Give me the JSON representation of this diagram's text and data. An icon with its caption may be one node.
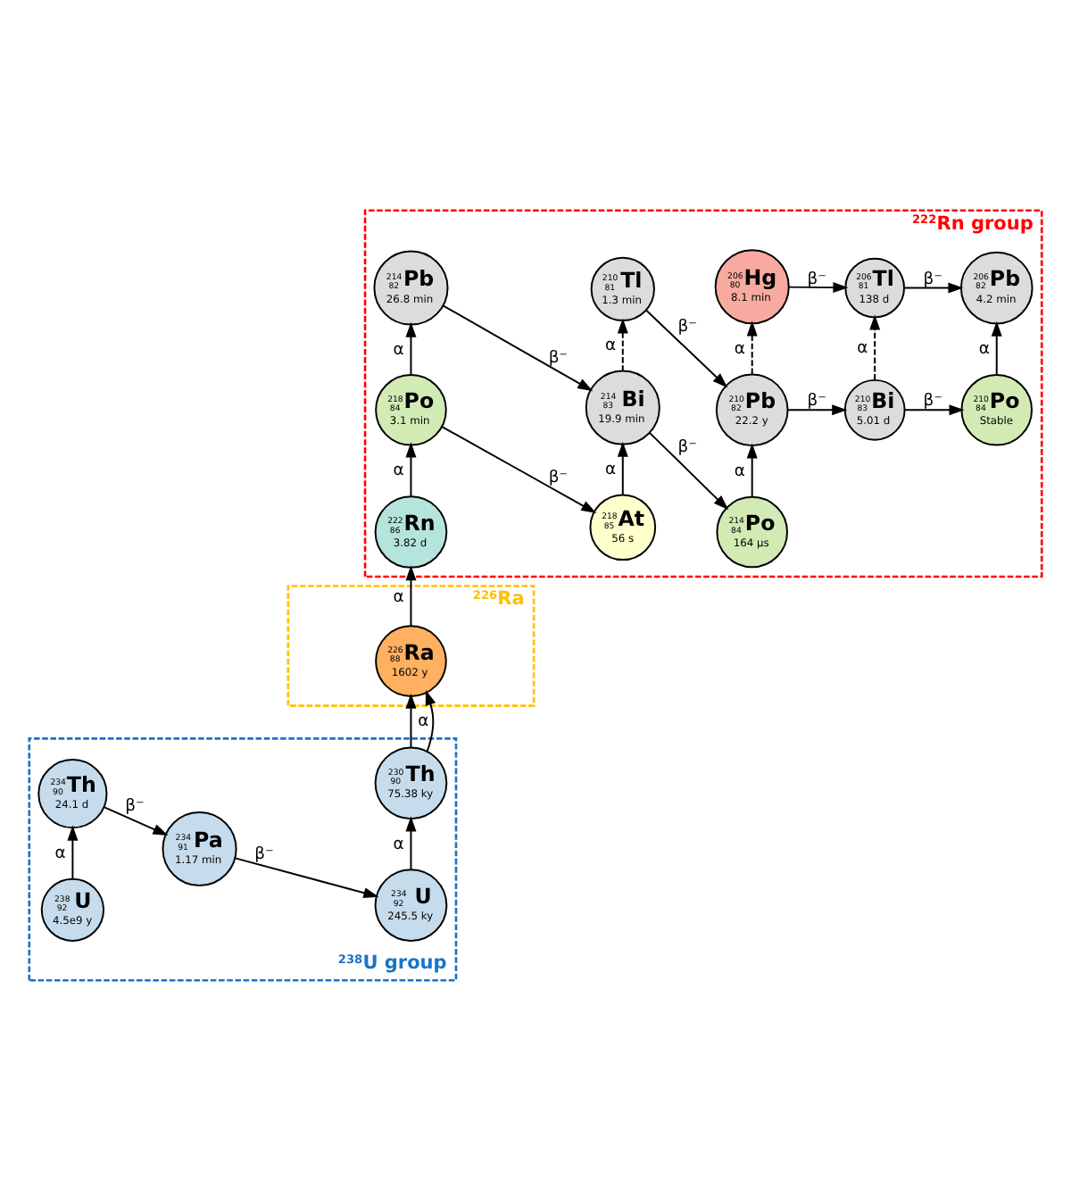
{
  "diagram": {
    "nodes": [
      {
        "text": [
          "$^{238}$U group"
        ]
      },
      {
        "text": [
          "238",
          "92",
          "U",
          "4.5e9 y"
        ],
        "in": 0
      },
      {
        "text": [
          "234",
          "90",
          "Th",
          "24.1 d"
        ],
        "in": 0
      },
      {
        "text": [
          "234",
          "91",
          "Pa",
          "1.17 min"
        ],
        "in": 0
      },
      {
        "text": [
          "234",
          "92",
          "U",
          "245.5 ky"
        ],
        "in": 0
      },
      {
        "text": [
          "230",
          "90",
          "Th",
          "75.38 ky"
        ],
        "in": 0
      },
      {
        "text": [
          "$^{226}$Ra"
        ]
      },
      {
        "text": [
          "226",
          "88",
          "Ra",
          "1602 y"
        ],
        "in": 6
      },
      {
        "text": [
          "$^{222}$Rn group"
        ]
      },
      {
        "text": [
          "222",
          "86",
          "Rn",
          "3.82 d"
        ],
        "in": 8
      },
      {
        "text": [
          "218",
          "84",
          "Po",
          "3.1 min"
        ],
        "in": 8
      },
      {
        "text": [
          "218",
          "85",
          "At",
          "56 s"
        ],
        "in": 8
      },
      {
        "text": [
          "214",
          "82",
          "Pb",
          "26.8 min"
        ],
        "in": 8
      },
      {
        "text": [
          "214",
          "83",
          "Bi",
          "19.9 min"
        ],
        "in": 8
      },
      {
        "text": [
          "214",
          "84",
          "Po",
          "164 µs"
        ],
        "in": 8
      },
      {
        "text": [
          "210",
          "81",
          "Tl",
          "1.3 min"
        ],
        "in": 8
      },
      {
        "text": [
          "210",
          "82",
          "Pb",
          "22.2 y"
        ],
        "in": 8
      },
      {
        "text": [
          "210",
          "83",
          "Bi",
          "5.01 d"
        ],
        "in": 8
      },
      {
        "text": [
          "210",
          "84",
          "Po",
          "Stable"
        ],
        "in": 8
      },
      {
        "text": [
          "206",
          "80",
          "Hg",
          "8.1 min"
        ],
        "in": 8
      },
      {
        "text": [
          "206",
          "81",
          "Tl",
          "138 d"
        ],
        "in": 8
      },
      {
        "text": [
          "206",
          "82",
          "Pb",
          "4.2 min"
        ],
        "in": 8
      }
    ],
    "edges": [
      {
        "from": 1,
        "to": 2,
        "arrow": "to",
        "label": "α"
      },
      {
        "from": 2,
        "to": 3,
        "arrow": "to",
        "label": "β⁻"
      },
      {
        "from": 3,
        "to": 4,
        "arrow": "to",
        "label": "β⁻"
      },
      {
        "from": 4,
        "to": 5,
        "arrow": "to",
        "label": "α"
      },
      {
        "from": 5,
        "to": 7,
        "arrow": "to",
        "label": "α"
      },
      {
        "from": 7,
        "to": 9,
        "arrow": "to",
        "label": "α"
      },
      {
        "from": 9,
        "to": 10,
        "arrow": "to",
        "label": "α"
      },
      {
        "from": 10,
        "to": 11,
        "arrow": "to",
        "label": "β⁻"
      },
      {
        "from": 10,
        "to": 12,
        "arrow": "to",
        "label": "α"
      },
      {
        "from": 11,
        "to": 13,
        "arrow": "to",
        "label": "α"
      },
      {
        "from": 12,
        "to": 13,
        "arrow": "to",
        "label": "β⁻"
      },
      {
        "from": 13,
        "to": 14,
        "arrow": "to",
        "label": "β⁻"
      },
      {
        "from": 13,
        "to": 15,
        "arrow": "to",
        "label": "α",
        "style": "dashed"
      },
      {
        "from": 14,
        "to": 16,
        "arrow": "to",
        "label": "α"
      },
      {
        "from": 15,
        "to": 16,
        "arrow": "to",
        "label": "β⁻"
      },
      {
        "from": 16,
        "to": 17,
        "arrow": "to",
        "label": "β⁻"
      },
      {
        "from": 16,
        "to": 19,
        "arrow": "to",
        "label": "α",
        "style": "dashed"
      },
      {
        "from": 17,
        "to": 18,
        "arrow": "to",
        "label": "β⁻"
      },
      {
        "from": 17,
        "to": 20,
        "arrow": "to",
        "label": "α",
        "style": "dashed"
      },
      {
        "from": 18,
        "to": 21,
        "arrow": "to",
        "label": "α"
      },
      {
        "from": 19,
        "to": 20,
        "arrow": "to",
        "label": "β⁻"
      },
      {
        "from": 20,
        "to": 21,
        "arrow": "to",
        "label": "β⁻"
      }
    ]
  }
}
